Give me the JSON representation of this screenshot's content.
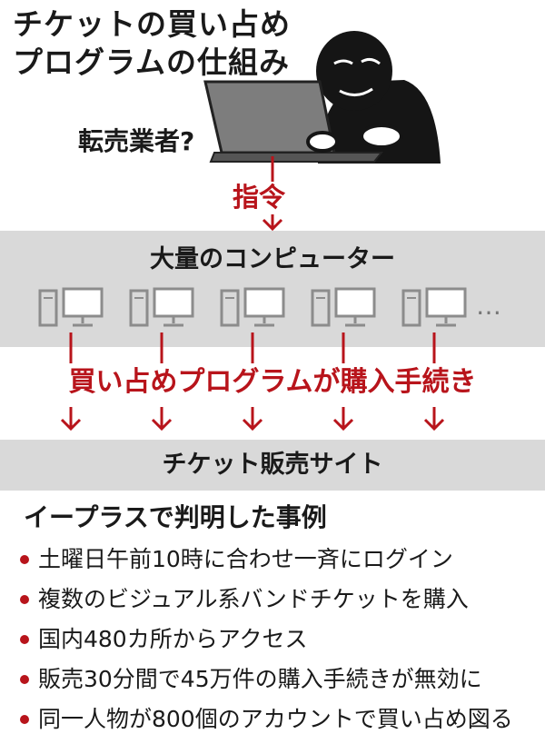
{
  "title": {
    "line1": "チケットの買い占め",
    "line2": "プログラムの仕組み"
  },
  "seller": {
    "label": "転売業者?"
  },
  "command": {
    "label": "指令"
  },
  "computers": {
    "label": "大量のコンピューター",
    "ellipsis": "…",
    "count": 5
  },
  "program": {
    "label": "買い占めプログラムが購入手続き"
  },
  "site": {
    "label": "チケット販売サイト"
  },
  "cases": {
    "heading": "イープラスで判明した事例",
    "items": [
      "土曜日午前10時に合わせ一斉にログイン",
      "複数のビジュアル系バンドチケットを購入",
      "国内480カ所からアクセス",
      "販売30分間で45万件の購入手続きが無効に",
      "同一人物が800個のアカウントで買い占め図る"
    ]
  },
  "colors": {
    "accent": "#b8141b",
    "band": "#d9d9d9",
    "icon_gray": "#8c8c8c"
  }
}
